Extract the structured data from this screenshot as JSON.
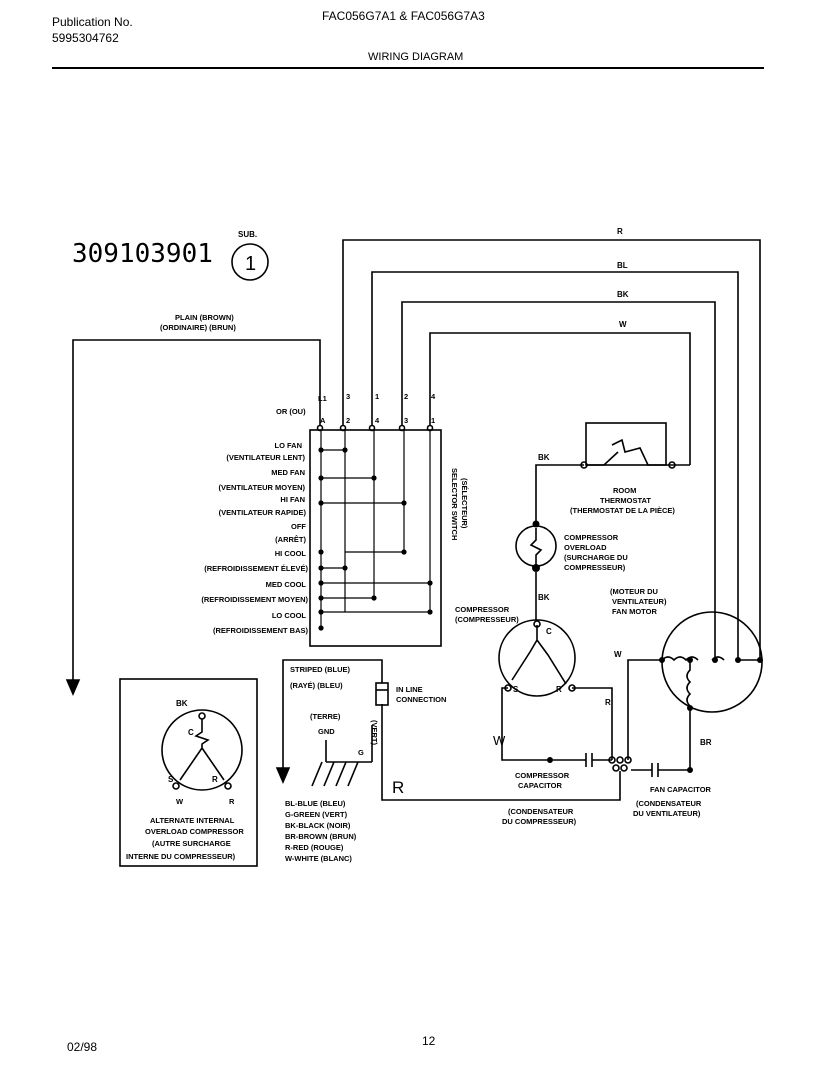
{
  "header": {
    "pub_label": "Publication No.",
    "pub_number": "5995304762",
    "models": "FAC056G7A1 & FAC056G7A3",
    "section_title": "WIRING DIAGRAM"
  },
  "diagram": {
    "part_number": "309103901",
    "sub_label": "SUB.",
    "sub_number": "1",
    "wire_top_r": "R",
    "wire_top_bl": "BL",
    "wire_top_bk": "BK",
    "wire_top_w": "W",
    "plain_label": "PLAIN (BROWN)",
    "plain_label_fr": "(ORDINAIRE) (BRUN)",
    "term_l1": "L1",
    "term_3": "3",
    "term_1": "1",
    "term_2": "2",
    "term_4": "4",
    "term_or": "OR (OU)",
    "term_a": "A",
    "term_2b": "2",
    "term_4b": "4",
    "term_3b": "3",
    "term_1b": "1",
    "switch_rows": [
      "LO FAN",
      "(VENTILATEUR LENT)",
      "MED FAN",
      "(VENTILATEUR MOYEN)",
      "HI FAN",
      "(VENTILATEUR RAPIDE)",
      "OFF",
      "(ARRÊT)",
      "HI COOL",
      "(REFROIDISSEMENT ÉLEVÉ)",
      "MED COOL",
      "(REFROIDISSEMENT MOYEN)",
      "LO COOL",
      "(REFROIDISSEMENT BAS)"
    ],
    "selector_switch": "SELECTOR SWITCH",
    "selector_switch_fr": "(SÉLECTEUR)",
    "wire_bk_thermo": "BK",
    "room_thermostat": "ROOM",
    "room_thermostat_2": "THERMOSTAT",
    "room_thermostat_fr": "(THERMOSTAT DE LA PIÈCE)",
    "comp_overload": "COMPRESSOR",
    "comp_overload_2": "OVERLOAD",
    "comp_overload_fr": "(SURCHARGE DU",
    "comp_overload_fr2": "COMPRESSEUR)",
    "wire_bk_comp": "BK",
    "compressor": "COMPRESSOR",
    "compressor_fr": "(COMPRESSEUR)",
    "term_c": "C",
    "term_s": "S",
    "term_r": "R",
    "fan_motor_fr": "(MOTEUR DU",
    "fan_motor_fr2": "VENTILATEUR)",
    "fan_motor": "FAN MOTOR",
    "wire_w_fan": "W",
    "wire_r_cap": "R",
    "wire_w_cap": "W",
    "wire_br": "BR",
    "striped": "STRIPED (BLUE)",
    "striped_fr": "(RAYÉ) (BLEU)",
    "in_line": "IN LINE",
    "connection": "CONNECTION",
    "ground": "(TERRE)",
    "gnd": "GND",
    "g_label": "G",
    "vert": "(VERT)",
    "r_big": "R",
    "comp_cap": "COMPRESSOR",
    "comp_cap_2": "CAPACITOR",
    "comp_cap_fr": "(CONDENSATEUR",
    "comp_cap_fr2": "DU COMPRESSEUR)",
    "fan_cap": "FAN CAPACITOR",
    "fan_cap_fr": "(CONDENSATEUR",
    "fan_cap_fr2": "DU VENTILATEUR)",
    "legend": [
      "BL-BLUE (BLEU)",
      "G-GREEN (VERT)",
      "BK-BLACK (NOIR)",
      "BR-BROWN (BRUN)",
      "R-RED (ROUGE)",
      "W-WHITE (BLANC)"
    ],
    "alt_bk": "BK",
    "alt_c": "C",
    "alt_s": "S",
    "alt_r": "R",
    "alt_w": "W",
    "alt_rr": "R",
    "alt_caption": [
      "ALTERNATE INTERNAL",
      "OVERLOAD COMPRESSOR",
      "(AUTRE SURCHARGE",
      "INTERNE DU COMPRESSEUR)"
    ]
  },
  "footer": {
    "date": "02/98",
    "page": "12"
  }
}
